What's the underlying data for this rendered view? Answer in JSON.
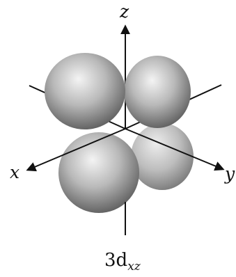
{
  "orbital": {
    "label_main": "3d",
    "label_sub": "xz"
  },
  "axes": {
    "x_label": "x",
    "y_label": "y",
    "z_label": "z"
  },
  "colors": {
    "lobe_light": "#f4f4f4",
    "lobe_mid": "#a6a6a6",
    "lobe_dark": "#4a4a4a",
    "axis": "#111111"
  }
}
